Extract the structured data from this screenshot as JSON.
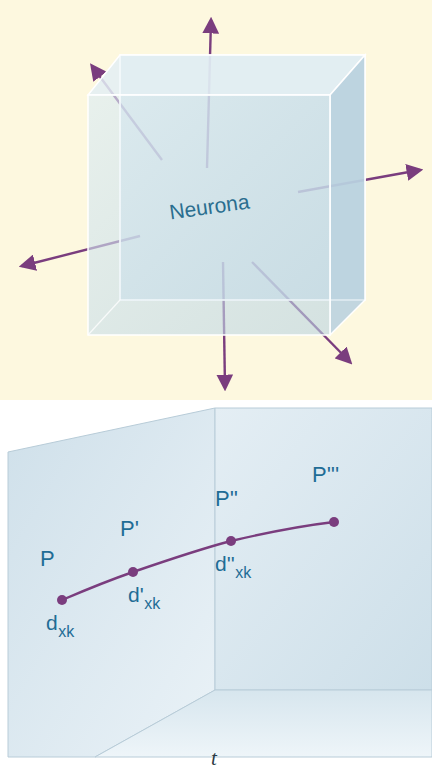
{
  "diagram": {
    "nodes": [
      {
        "text": [
          "Neurona"
        ]
      }
    ],
    "labels": [
      "P",
      "P'",
      "P''",
      "P'''",
      "d",
      "xk",
      "d'",
      "xk",
      "d''",
      "xk",
      "t"
    ]
  }
}
